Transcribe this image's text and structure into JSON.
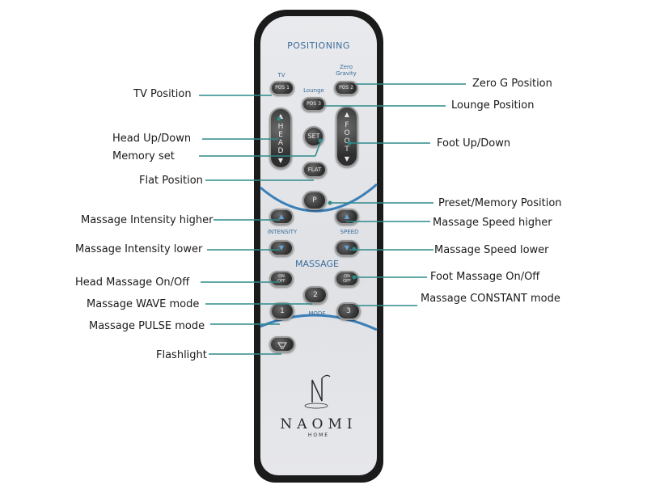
{
  "remote": {
    "header": "POSITIONING",
    "tv_label": "TV",
    "zero_gravity_label": "Zero\nGravity",
    "lounge_label": "Lounge",
    "pos1": "POS 1",
    "pos2": "POS 2",
    "pos3": "POS 3",
    "head_btn": "HEAD",
    "foot_btn": "FOOT",
    "set_btn": "SET",
    "flat_btn": "FLAT",
    "preset_btn": "P",
    "intensity_label": "INTENSITY",
    "speed_label": "SPEED",
    "massage_label": "MASSAGE",
    "on_off": "ON\nOFF",
    "wave_btn": "2",
    "pulse_btn": "1",
    "constant_btn": "3",
    "mode_label": "MODE",
    "brand_name": "NAOMI",
    "brand_sub": "HOME",
    "up_glyph": "▲",
    "down_glyph": "▼"
  },
  "callouts": {
    "tv_position": "TV Position",
    "zero_g_position": "Zero G Position",
    "lounge_position": "Lounge Position",
    "head_up_down": "Head Up/Down",
    "memory_set": "Memory set",
    "foot_up_down": "Foot Up/Down",
    "flat_position": "Flat Position",
    "preset_memory_position": "Preset/Memory Position",
    "massage_intensity_higher": "Massage Intensity higher",
    "massage_speed_higher": "Massage Speed higher",
    "massage_intensity_lower": "Massage Intensity lower",
    "massage_speed_lower": "Massage Speed lower",
    "head_massage_on_off": "Head Massage On/Off",
    "foot_massage_on_off": "Foot Massage On/Off",
    "massage_wave_mode": "Massage WAVE mode",
    "massage_constant_mode": "Massage CONSTANT mode",
    "massage_pulse_mode": "Massage PULSE mode",
    "flashlight": "Flashlight"
  },
  "colors": {
    "accent_blue": "#3b6d9a",
    "leader_line": "#2f8a8a",
    "remote_body": "#1b1b1b",
    "remote_face": "#e4e5e8",
    "button": "#3a3a3a"
  }
}
